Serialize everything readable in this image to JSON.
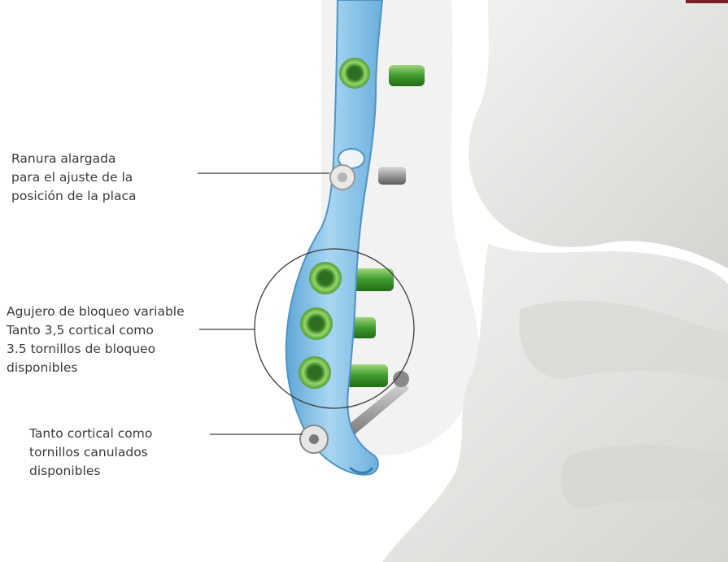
{
  "callouts": [
    {
      "id": "elongated-slot",
      "lines": [
        "Ranura alargada",
        "para el ajuste de la",
        "posición de la placa"
      ]
    },
    {
      "id": "variable-locking-holes",
      "lines": [
        "Agujero de bloqueo variable",
        "Tanto 3,5 cortical como",
        "3.5 tornillos de bloqueo",
        "disponibles"
      ]
    },
    {
      "id": "cannulated-screws",
      "lines": [
        "Tanto cortical como",
        "tornillos canulados",
        "disponibles"
      ]
    }
  ],
  "colors": {
    "plate": "#8cc4e8",
    "plate_edge": "#4f93c4",
    "locking_screw": "#3f9a2e",
    "bone": "#e6e6e3",
    "bone_shadow": "#cfcfcb",
    "leader_line": "#3a3a3a",
    "corner_mark": "#7a1f2a"
  }
}
